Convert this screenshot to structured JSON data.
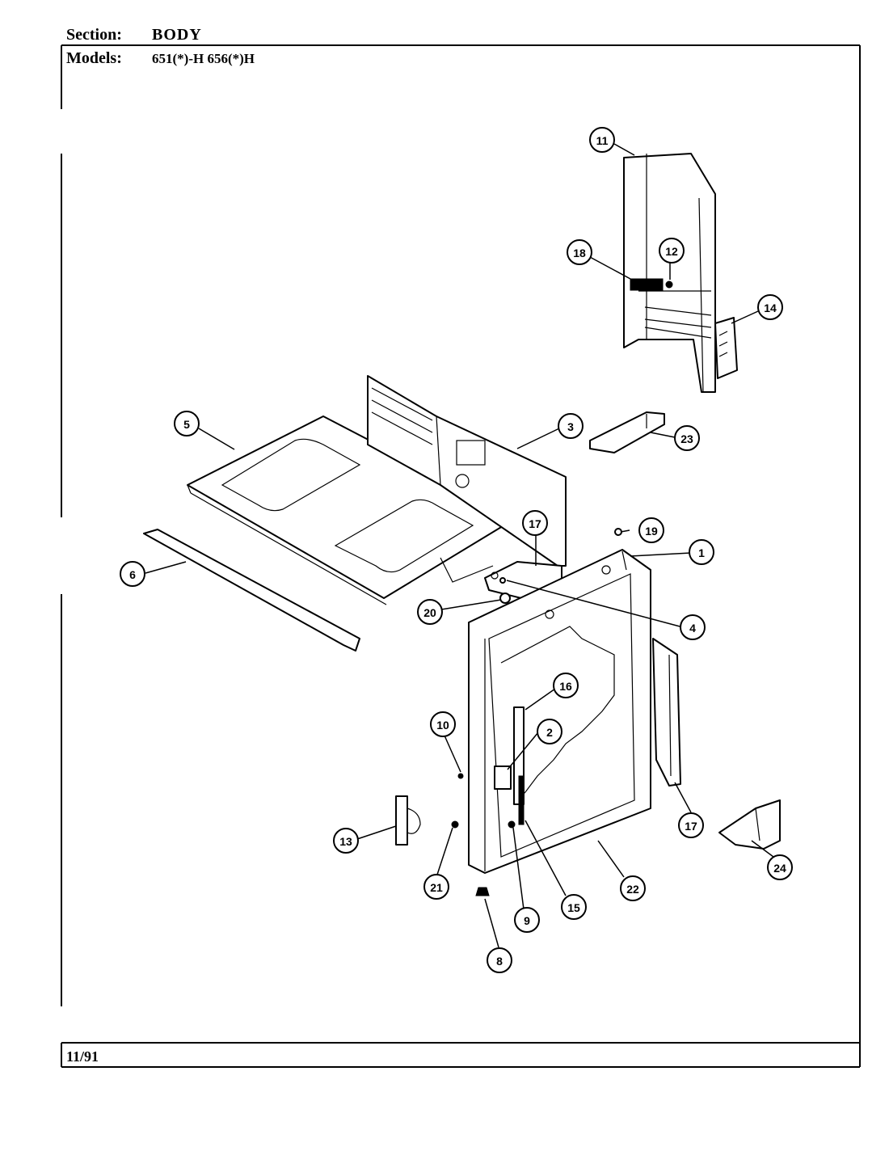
{
  "header": {
    "section_label": "Section:",
    "section_value": "BODY",
    "models_label": "Models:",
    "models_value": "651(*)-H  656(*)H"
  },
  "footer": {
    "date": "11/91"
  },
  "callouts": [
    {
      "id": "1",
      "label": "1"
    },
    {
      "id": "2",
      "label": "2"
    },
    {
      "id": "3",
      "label": "3"
    },
    {
      "id": "4",
      "label": "4"
    },
    {
      "id": "5",
      "label": "5"
    },
    {
      "id": "6",
      "label": "6"
    },
    {
      "id": "8",
      "label": "8"
    },
    {
      "id": "9",
      "label": "9"
    },
    {
      "id": "10",
      "label": "10"
    },
    {
      "id": "11",
      "label": "11"
    },
    {
      "id": "12",
      "label": "12"
    },
    {
      "id": "13",
      "label": "13"
    },
    {
      "id": "14",
      "label": "14"
    },
    {
      "id": "15",
      "label": "15"
    },
    {
      "id": "16",
      "label": "16"
    },
    {
      "id": "17a",
      "label": "17"
    },
    {
      "id": "17b",
      "label": "17"
    },
    {
      "id": "18",
      "label": "18"
    },
    {
      "id": "19",
      "label": "19"
    },
    {
      "id": "20",
      "label": "20"
    },
    {
      "id": "21",
      "label": "21"
    },
    {
      "id": "22",
      "label": "22"
    },
    {
      "id": "23",
      "label": "23"
    },
    {
      "id": "24",
      "label": "24"
    }
  ]
}
